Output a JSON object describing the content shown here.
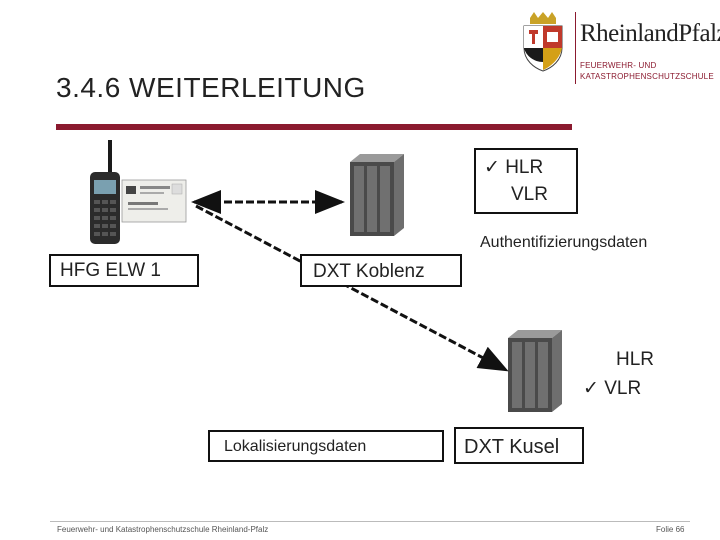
{
  "slide": {
    "title": "3.4.6 WEITERLEITUNG",
    "accent_color": "#8b1a2f"
  },
  "logo": {
    "name": "RheinlandPfalz",
    "subtitle_line1": "FEUERWEHR- UND",
    "subtitle_line2": "KATASTROPHENSCHUTZSCHULE"
  },
  "diagram": {
    "device_label": "HFG ELW 1",
    "device_icon": "radio-handset-icon",
    "card_icon": "sim-card-icon",
    "server1_label": "DXT Koblenz",
    "server1_icon": "server-rack-icon",
    "server1_note": {
      "line1": "✓ HLR",
      "line2": "VLR"
    },
    "server2_label": "DXT Kusel",
    "server2_icon": "server-rack-icon",
    "server2_note": {
      "line1": "HLR",
      "line2": "✓  VLR"
    },
    "auth_label": "Authentifizierungsdaten",
    "location_label": "Lokalisierungsdaten"
  },
  "footer": {
    "left": "Feuerwehr- und Katastrophenschutzschule Rheinland-Pfalz",
    "right": "Folie 66"
  }
}
